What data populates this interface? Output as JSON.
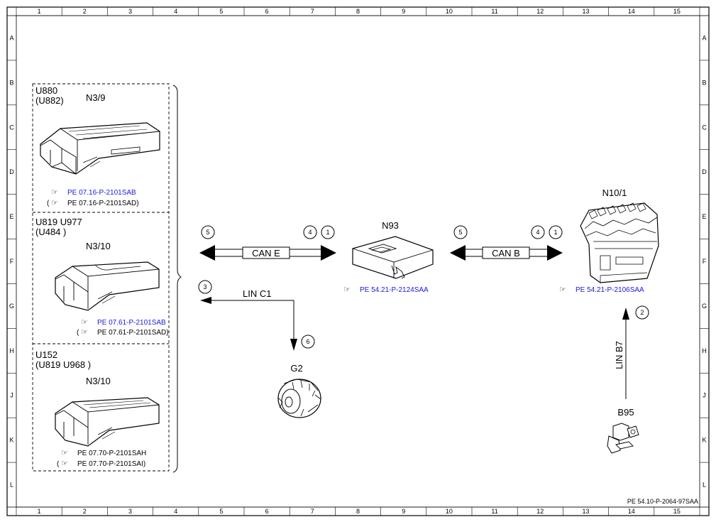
{
  "grid": {
    "columns": [
      "1",
      "2",
      "3",
      "4",
      "5",
      "6",
      "7",
      "8",
      "9",
      "10",
      "11",
      "12",
      "13",
      "14",
      "15"
    ],
    "rows": [
      "A",
      "B",
      "C",
      "D",
      "E",
      "F",
      "G",
      "H",
      "J",
      "K",
      "L"
    ]
  },
  "group": {
    "block1": {
      "models": [
        "U880",
        "(U882)"
      ],
      "component": "N3/9",
      "refs": [
        {
          "text": "PE 07.16-P-2101SAB",
          "style": "link"
        },
        {
          "text": "PE 07.16-P-2101SAD)",
          "style": "plain",
          "prefix": "("
        }
      ]
    },
    "block2": {
      "models": [
        "U819 U977",
        "(U484 )"
      ],
      "component": "N3/10",
      "refs": [
        {
          "text": "PE 07.61-P-2101SAB",
          "style": "link"
        },
        {
          "text": "PE 07.61-P-2101SAD)",
          "style": "plain",
          "prefix": "("
        }
      ]
    },
    "block3": {
      "models": [
        "U152",
        "(U819 U968 )"
      ],
      "component": "N3/10",
      "refs": [
        {
          "text": "PE 07.70-P-2101SAH",
          "style": "plain"
        },
        {
          "text": "PE 07.70-P-2101SAI)",
          "style": "plain",
          "prefix": "("
        }
      ]
    }
  },
  "can_e": {
    "label": "CAN E",
    "markers": [
      "5",
      "4",
      "1"
    ]
  },
  "can_b": {
    "label": "CAN B",
    "markers": [
      "5",
      "4",
      "1"
    ]
  },
  "lin_c1": {
    "label": "LIN C1",
    "markers": [
      "3",
      "6"
    ]
  },
  "lin_b7": {
    "label": "LIN B7",
    "markers": [
      "2"
    ]
  },
  "n93": {
    "label": "N93",
    "ref": "PE 54.21-P-2124SAA"
  },
  "n10_1": {
    "label": "N10/1",
    "ref": "PE 54.21-P-2106SAA"
  },
  "g2": {
    "label": "G2"
  },
  "b95": {
    "label": "B95"
  },
  "doc_id": "PE 54.10-P-2064-97SAA"
}
